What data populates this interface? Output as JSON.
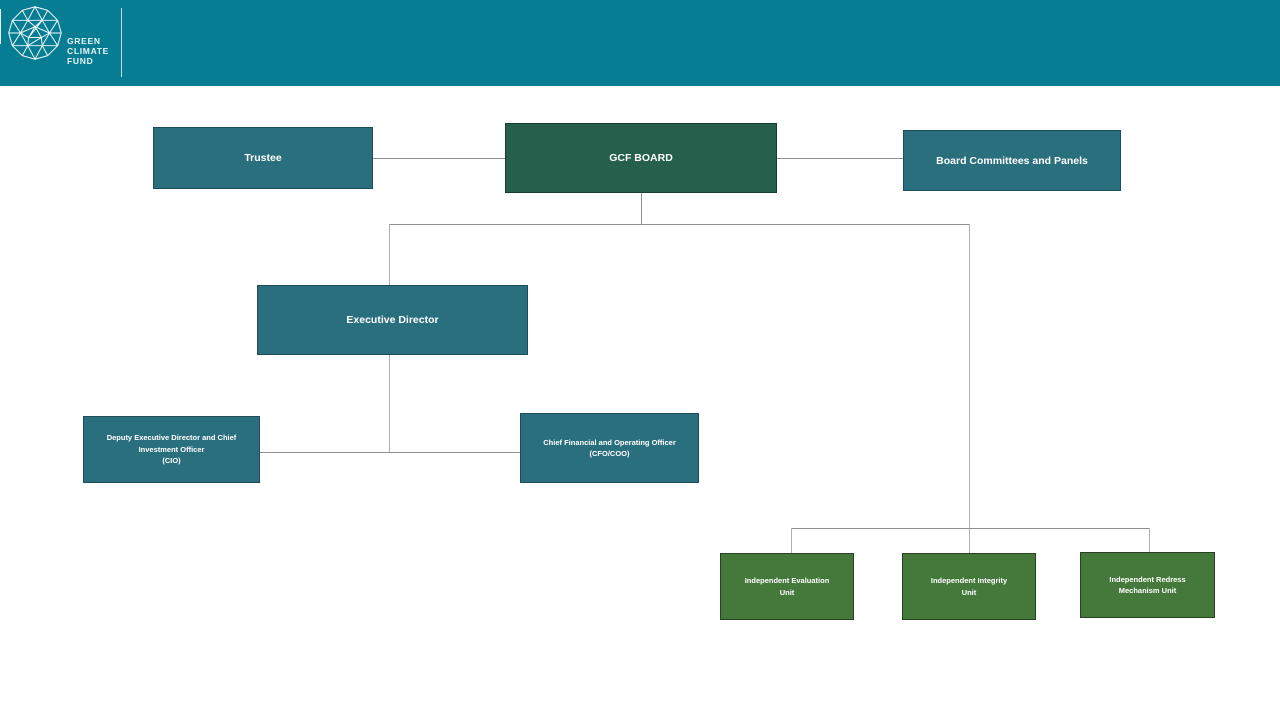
{
  "header": {
    "brand_text": "GREEN\nCLIMATE\nFUND",
    "logo": "gcf-geodesic-globe"
  },
  "colors": {
    "header_bg": "#067d93",
    "teal_box": "#2a6f7e",
    "dark_green_box": "#265f4c",
    "green_box": "#45793c",
    "connector_line": "#8f8f8f",
    "box_text": "#ffffff"
  },
  "org_chart": {
    "nodes": [
      {
        "id": "trustee",
        "label": "Trustee",
        "style": "teal"
      },
      {
        "id": "gcf-board",
        "label": "GCF BOARD",
        "style": "dark-green"
      },
      {
        "id": "board-committees-and-panels",
        "label": "Board Committees and Panels",
        "style": "teal"
      },
      {
        "id": "executive-director",
        "label": "Executive Director",
        "style": "teal"
      },
      {
        "id": "deputy-executive-director-cio",
        "label": "Deputy Executive Director and Chief\nInvestment Officer\n(CIO)",
        "style": "teal"
      },
      {
        "id": "cfo-coo",
        "label": "Chief Financial and Operating Officer\n(CFO/COO)",
        "style": "teal"
      },
      {
        "id": "independent-evaluation-unit",
        "label": "Independent Evaluation\nUnit",
        "style": "green"
      },
      {
        "id": "independent-integrity-unit",
        "label": "Independent Integrity\nUnit",
        "style": "green"
      },
      {
        "id": "independent-redress-mechanism-unit",
        "label": "Independent Redress\nMechanism Unit",
        "style": "green"
      }
    ]
  }
}
